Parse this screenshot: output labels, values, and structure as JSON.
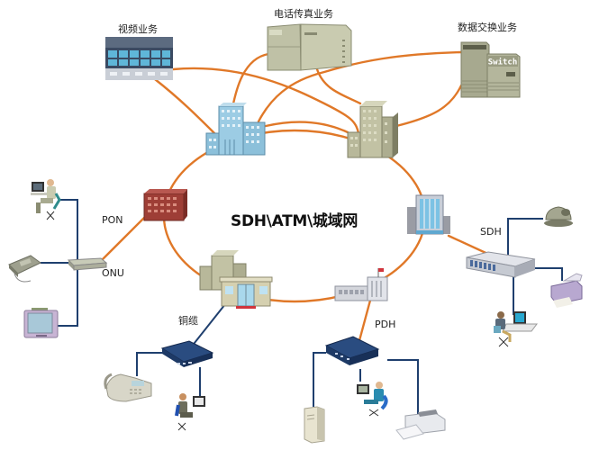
{
  "diagram": {
    "center_title": "SDH\\ATM\\城域网",
    "service_labels": {
      "video": "视频业务",
      "telephone_fax": "电话传真业务",
      "data_switching": "数据交换业务"
    },
    "link_labels": {
      "pon": "PON",
      "onu": "ONU",
      "copper": "铜缆",
      "pdh": "PDH",
      "sdh": "SDH"
    },
    "device_text": {
      "switch": "Switch"
    },
    "colors": {
      "fiber_link": "#E07828",
      "access_link": "#1F3F6E",
      "building_blue": "#8CC0DA",
      "building_khaki": "#B8B89A",
      "building_brick": "#A0403A"
    }
  }
}
